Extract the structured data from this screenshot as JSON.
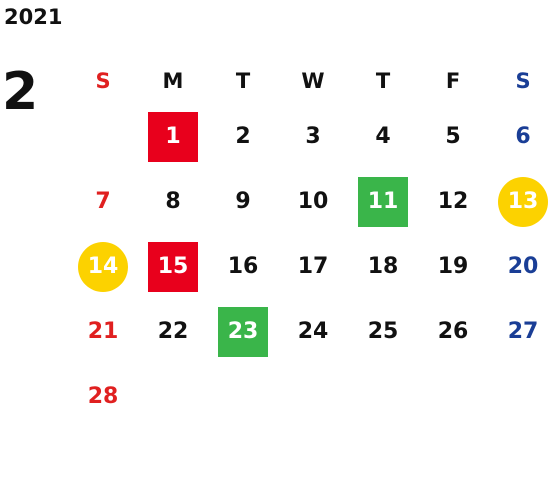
{
  "calendar": {
    "year": "2021",
    "month": "2",
    "weekdays": [
      "S",
      "M",
      "T",
      "W",
      "T",
      "F",
      "S"
    ],
    "days": {
      "d1": "1",
      "d2": "2",
      "d3": "3",
      "d4": "4",
      "d5": "5",
      "d6": "6",
      "d7": "7",
      "d8": "8",
      "d9": "9",
      "d10": "10",
      "d11": "11",
      "d12": "12",
      "d13": "13",
      "d14": "14",
      "d15": "15",
      "d16": "16",
      "d17": "17",
      "d18": "18",
      "d19": "19",
      "d20": "20",
      "d21": "21",
      "d22": "22",
      "d23": "23",
      "d24": "24",
      "d25": "25",
      "d26": "26",
      "d27": "27",
      "d28": "28"
    }
  },
  "colors": {
    "sunday_text": "#e02020",
    "saturday_text": "#1a3e96",
    "red_highlight": "#e8001c",
    "green_highlight": "#3ab54a",
    "yellow_highlight": "#fcd200"
  }
}
